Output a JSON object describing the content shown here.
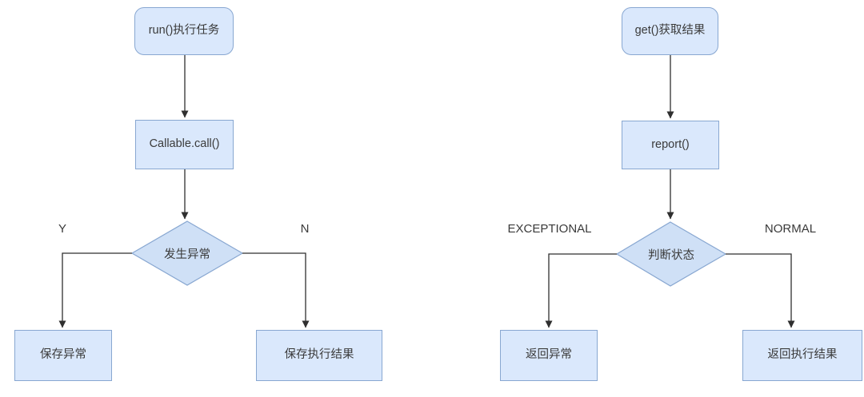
{
  "flows": [
    {
      "start": "run()执行任务",
      "step": "Callable.call()",
      "decision": "发生异常",
      "branch_left_label": "Y",
      "branch_right_label": "N",
      "result_left": "保存异常",
      "result_right": "保存执行结果"
    },
    {
      "start": "get()获取结果",
      "step": "report()",
      "decision": "判断状态",
      "branch_left_label": "EXCEPTIONAL",
      "branch_right_label": "NORMAL",
      "result_left": "返回异常",
      "result_right": "返回执行结果"
    }
  ],
  "colors": {
    "node_fill": "#dae8fc",
    "diamond_fill": "#cfe0f6",
    "node_border": "#88a7d1",
    "connector": "#2f2f2f",
    "text": "#3a3a3a",
    "background": "#ffffff"
  }
}
